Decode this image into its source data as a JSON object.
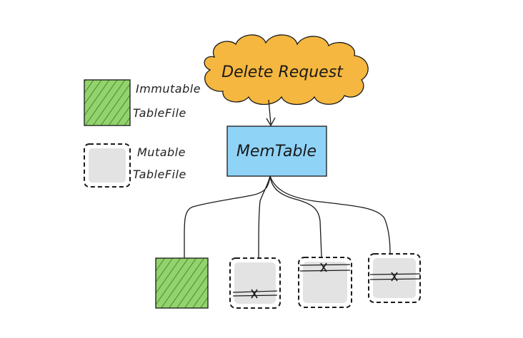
{
  "diagram": {
    "request_label": "Delete Request",
    "memtable_label": "MemTable",
    "legend": {
      "immutable": {
        "line1": "Immutable",
        "line2": "TableFile"
      },
      "mutable": {
        "line1": "Mutable",
        "line2": "TableFile"
      }
    },
    "tablefiles": [
      {
        "kind": "immutable"
      },
      {
        "kind": "mutable"
      },
      {
        "kind": "mutable"
      },
      {
        "kind": "mutable"
      }
    ],
    "colors": {
      "request_cloud": "#f5b73f",
      "memtable": "#8fd3f7",
      "immutable_fill": "#93d36e",
      "mutable_fill": "#e3e3e3",
      "ink": "#1a1a1a"
    },
    "icons": [
      "cloud-shape",
      "arrow-down",
      "hatched-square",
      "dashed-square",
      "delete-marker-x"
    ]
  }
}
